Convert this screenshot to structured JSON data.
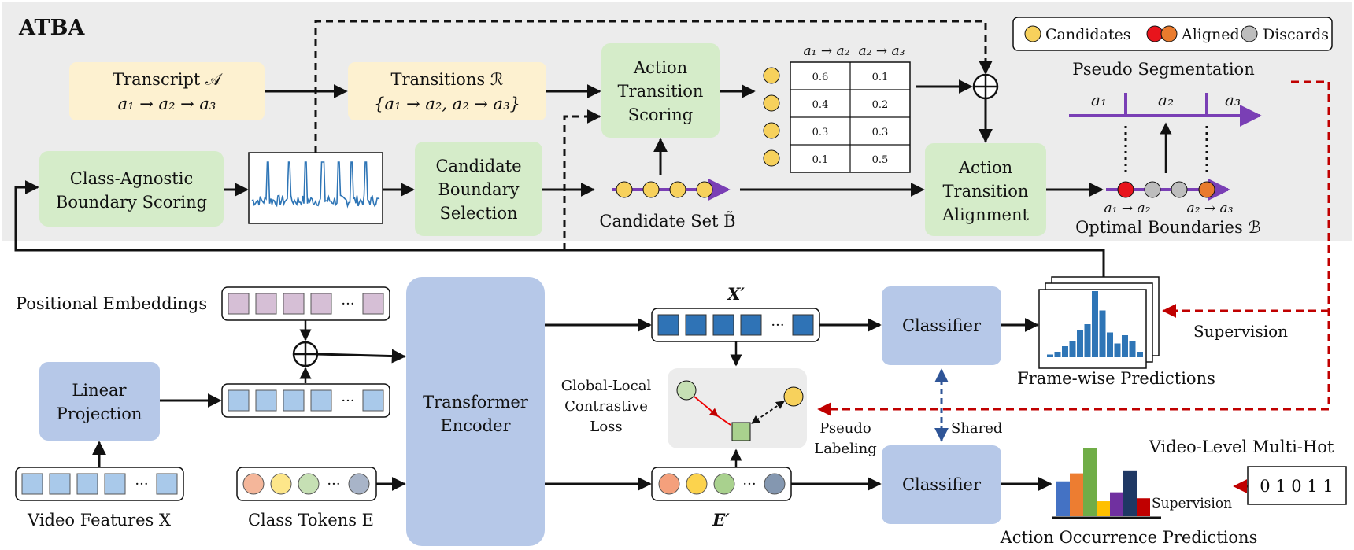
{
  "colors": {
    "panel_bg": "#ececec",
    "green_box": "#d5ecc9",
    "yellow_box": "#fdf1d0",
    "blue_box": "#b6c8e8",
    "token_blue_light": "#a9c9ea",
    "token_blue_dark": "#2f73b6",
    "token_purple": "#d6bfd6",
    "candidate_yellow": "#f7d15c",
    "aligned_red": "#e8141c",
    "aligned_orange": "#e97b2d",
    "discard_gray": "#bdbdbd",
    "timeline_purple": "#7a3fb5",
    "supervision_red": "#c00000",
    "shared_blue": "#2f5597"
  },
  "atba": {
    "title": "ATBA",
    "legend": {
      "candidates": "Candidates",
      "aligned": "Aligned",
      "discards": "Discards"
    },
    "transcript": {
      "line1": "Transcript 𝒜",
      "line2": "a₁ → a₂ → a₃"
    },
    "transitions": {
      "line1": "Transitions ℛ",
      "line2": "{a₁ → a₂,   a₂ → a₃}"
    },
    "action_transition_scoring": [
      "Action",
      "Transition",
      "Scoring"
    ],
    "class_agnostic_boundary_scoring": [
      "Class-Agnostic",
      "Boundary Scoring"
    ],
    "candidate_boundary_selection": [
      "Candidate",
      "Boundary",
      "Selection"
    ],
    "candidate_set": "Candidate Set B̃",
    "score_table": {
      "headers": [
        "a₁ → a₂",
        "a₂ → a₃"
      ],
      "rows": [
        [
          "0.6",
          "0.1"
        ],
        [
          "0.4",
          "0.2"
        ],
        [
          "0.3",
          "0.3"
        ],
        [
          "0.1",
          "0.5"
        ]
      ]
    },
    "plus_symbol": "⊕",
    "action_transition_alignment": [
      "Action",
      "Transition",
      "Alignment"
    ],
    "pseudo_segmentation": "Pseudo Segmentation",
    "segment_labels": [
      "a₁",
      "a₂",
      "a₃"
    ],
    "boundary_labels": [
      "a₁ → a₂",
      "a₂ → a₃"
    ],
    "optimal_boundaries": "Optimal Boundaries ℬ"
  },
  "lower": {
    "positional_embeddings": "Positional Embeddings",
    "linear_projection": [
      "Linear",
      "Projection"
    ],
    "video_features": "Video Features X",
    "class_tokens": "Class Tokens E",
    "transformer_encoder": [
      "Transformer",
      "Encoder"
    ],
    "x_prime": "X′",
    "e_prime": "E′",
    "global_local_loss": [
      "Global-Local",
      "Contrastive",
      "Loss"
    ],
    "pseudo_labeling": [
      "Pseudo",
      "Labeling"
    ],
    "classifier_top": "Classifier",
    "classifier_bottom": "Classifier",
    "shared": "Shared",
    "frame_wise_predictions": "Frame-wise Predictions",
    "supervision_top": "Supervision",
    "supervision_bottom": "Supervision",
    "video_level_multi_hot": "Video-Level Multi-Hot",
    "multi_hot_value": "0 1 0 1 1",
    "action_occurrence_predictions": "Action Occurrence Predictions",
    "ellipsis": "···"
  },
  "frame_hist": {
    "values": [
      1,
      2,
      4,
      6,
      10,
      12,
      24,
      17,
      9,
      5,
      8,
      6,
      2
    ]
  },
  "occurrence_bars": {
    "values": [
      3.5,
      4.3,
      6.8,
      1.5,
      2.4,
      4.6,
      1.8
    ],
    "colors": [
      "#4472c4",
      "#ed7d31",
      "#70ad47",
      "#ffc000",
      "#7030a0",
      "#1f3864",
      "#c00000"
    ]
  }
}
